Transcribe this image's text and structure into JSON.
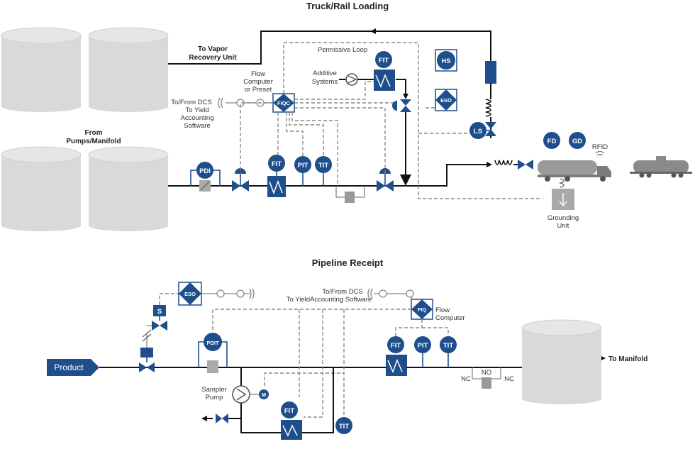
{
  "titles": {
    "truck_rail": "Truck/Rail Loading",
    "pipeline": "Pipeline Receipt"
  },
  "labels": {
    "to_vapor_1": "To Vapor",
    "to_vapor_2": "Recovery Unit",
    "from_pumps_1": "From",
    "from_pumps_2": "Pumps/Manifold",
    "permissive_loop": "Permissive Loop",
    "flow_comp_1": "Flow",
    "flow_comp_2": "Computer",
    "flow_comp_3": "or Preset",
    "dcs_top_1": "To/From DCS",
    "dcs_top_2": "To Yield",
    "dcs_top_3": "Accounting",
    "dcs_top_4": "Software",
    "additive_1": "Additive",
    "additive_2": "Systems",
    "rfid": "RFID",
    "grounding_1": "Grounding",
    "grounding_2": "Unit",
    "dcs_bot_1": "To/From DCS",
    "dcs_bot_2": "To YieldAccounting Software",
    "flow_comp_b1": "Flow",
    "flow_comp_b2": "Computer",
    "product": "Product",
    "to_manifold": "To Manifold",
    "sampler_1": "Sampler",
    "sampler_2": "Pump",
    "nc_left": "NC",
    "no": "NO",
    "nc_right": "NC"
  },
  "instruments_top": {
    "pdi": "PDI",
    "fit_main": "FIT",
    "pit": "PIT",
    "tit": "TIT",
    "fiqc": "FIQC",
    "fit_additive": "FIT",
    "hs": "HS",
    "eso": "ESO",
    "ls": "LS",
    "fd": "FD",
    "gd": "GD"
  },
  "instruments_bottom": {
    "eso": "ESO",
    "s": "S",
    "fiq": "FIQ",
    "pdit": "PDIT",
    "fit_right": "FIT",
    "pit": "PIT",
    "tit": "TIT",
    "m": "M",
    "fit_bottom": "FIT",
    "tit_bottom": "TIT"
  },
  "colors": {
    "instrument_blue": "#1f4e8c",
    "tank_gray": "#d9d9d9",
    "signal_gray": "#888888"
  }
}
